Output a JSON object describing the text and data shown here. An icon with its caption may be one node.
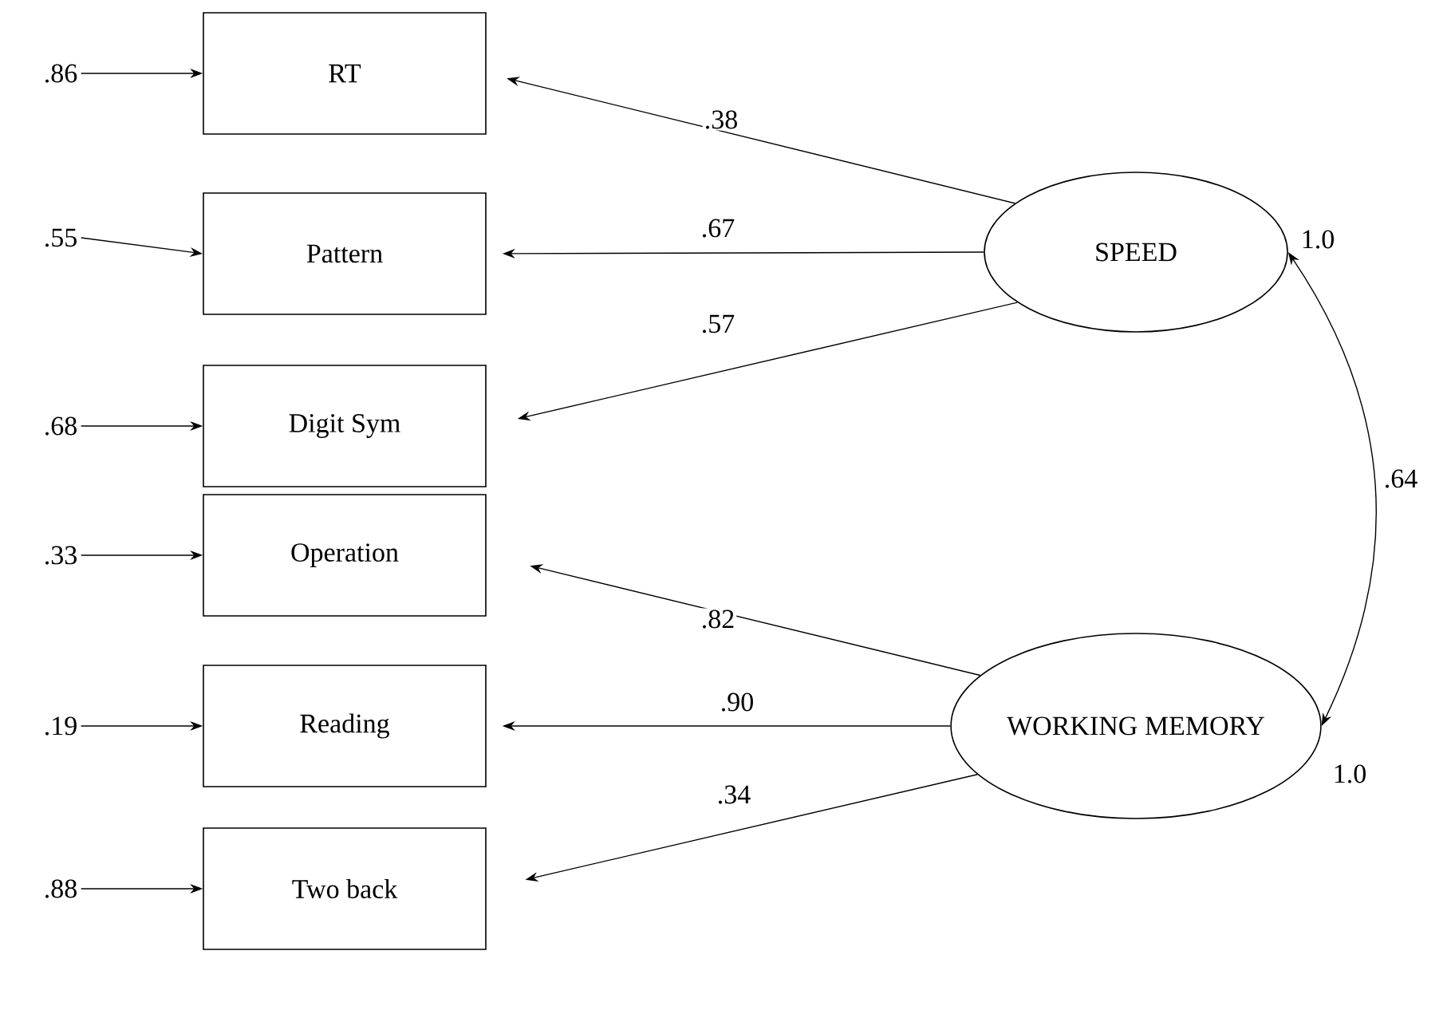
{
  "diagram": {
    "nodes": [
      {
        "text": [
          "RT"
        ]
      },
      {
        "text": [
          "Pattern"
        ]
      },
      {
        "text": [
          "Digit Sym"
        ]
      },
      {
        "text": [
          "Operation"
        ]
      },
      {
        "text": [
          "Reading"
        ]
      },
      {
        "text": [
          "Two back"
        ]
      },
      {
        "text": [
          "SPEED"
        ],
        "beside": [
          "1.0"
        ]
      },
      {
        "text": [
          "WORKING MEMORY"
        ],
        "beside": [
          "1.0"
        ]
      },
      {
        "text": [
          ".86"
        ]
      },
      {
        "text": [
          ".55"
        ]
      },
      {
        "text": [
          ".68"
        ]
      },
      {
        "text": [
          ".33"
        ]
      },
      {
        "text": [
          ".19"
        ]
      },
      {
        "text": [
          ".88"
        ]
      }
    ],
    "edges": [
      {
        "from": 8,
        "to": 0,
        "arrow": "to"
      },
      {
        "from": 9,
        "to": 1,
        "arrow": "to"
      },
      {
        "from": 10,
        "to": 2,
        "arrow": "to"
      },
      {
        "from": 11,
        "to": 3,
        "arrow": "to"
      },
      {
        "from": 12,
        "to": 4,
        "arrow": "to"
      },
      {
        "from": 13,
        "to": 5,
        "arrow": "to"
      },
      {
        "from": 6,
        "to": 0,
        "arrow": "to",
        "label": ".38"
      },
      {
        "from": 6,
        "to": 1,
        "arrow": "to",
        "label": ".67"
      },
      {
        "from": 6,
        "to": 2,
        "arrow": "to",
        "label": ".57"
      },
      {
        "from": 7,
        "to": 3,
        "arrow": "to",
        "label": ".82"
      },
      {
        "from": 7,
        "to": 4,
        "arrow": "to",
        "label": ".90"
      },
      {
        "from": 7,
        "to": 5,
        "arrow": "to",
        "label": ".34"
      },
      {
        "from": 6,
        "to": 7,
        "arrow": "both",
        "label": ".64"
      }
    ]
  }
}
